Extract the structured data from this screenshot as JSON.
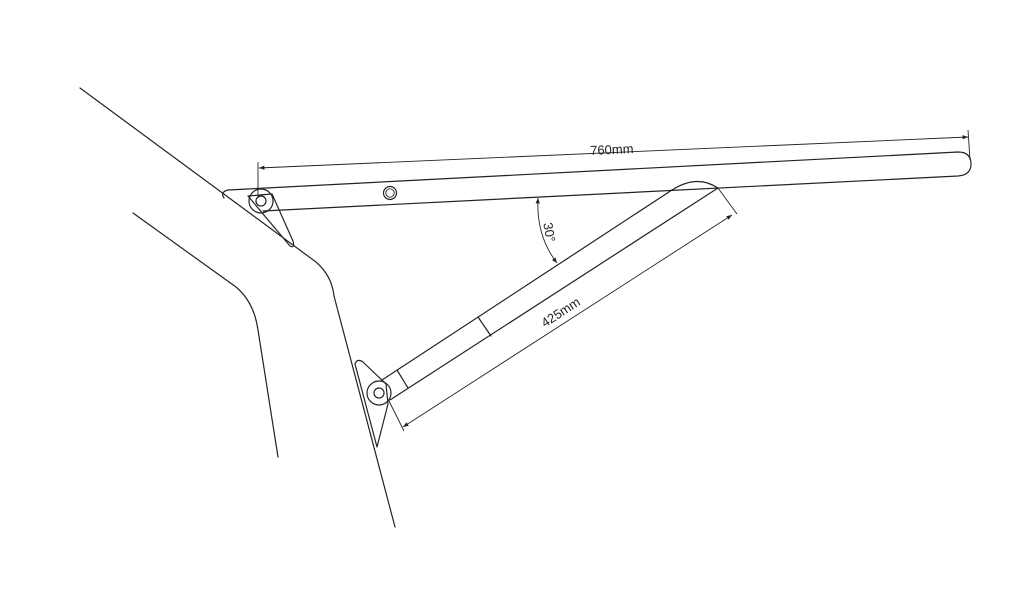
{
  "diagram": {
    "dimensions": {
      "arm_length": "760mm",
      "strut_length": "425mm",
      "strut_angle": "30°"
    },
    "colors": {
      "line": "#222222",
      "background": "#ffffff"
    }
  }
}
